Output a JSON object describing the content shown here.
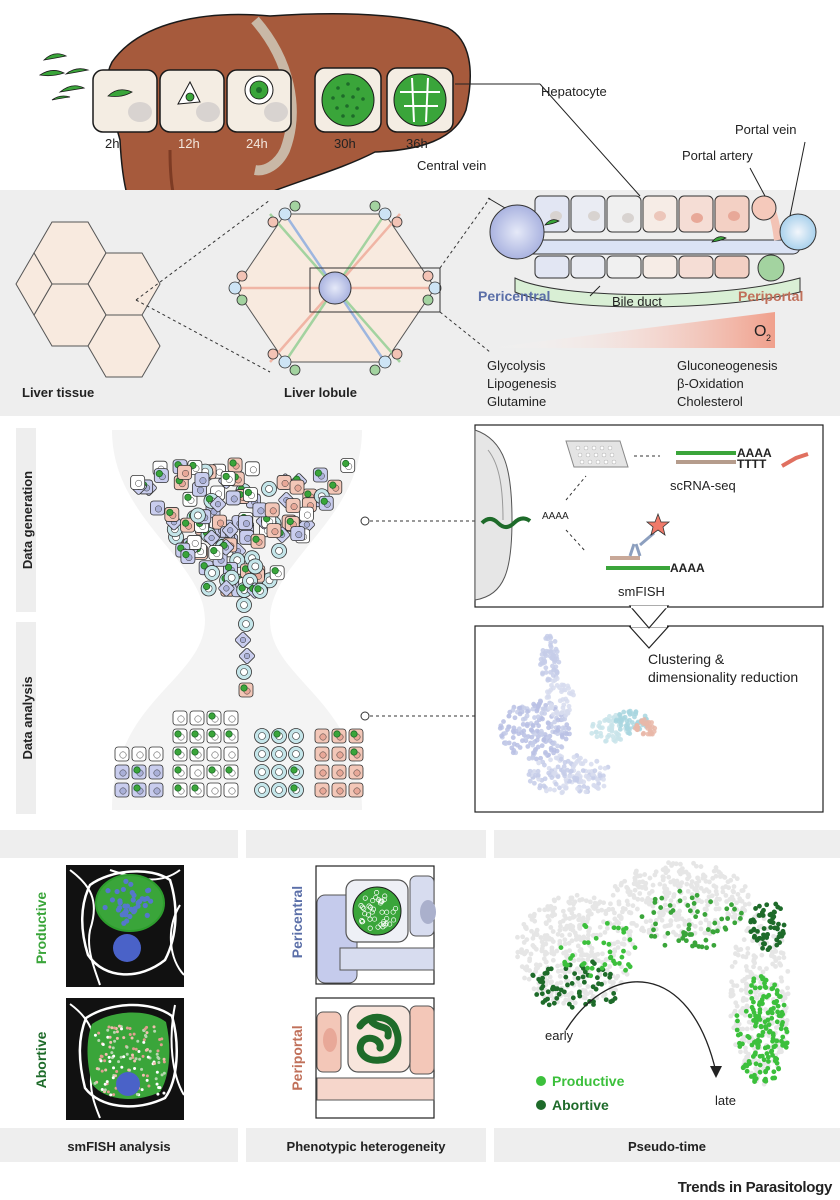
{
  "timepoints": [
    "2h",
    "12h",
    "24h",
    "30h",
    "36h"
  ],
  "labels": {
    "hepatocyte": "Hepatocyte",
    "portal_vein": "Portal vein",
    "portal_artery": "Portal artery",
    "central_vein": "Central vein",
    "pericentral": "Pericentral",
    "periportal": "Periportal",
    "bile_duct": "Bile duct",
    "o2": "O",
    "o2_sub": "2",
    "liver_tissue": "Liver tissue",
    "liver_lobule": "Liver lobule"
  },
  "pericentral_pathways": [
    "Glycolysis",
    "Lipogenesis",
    "Glutamine"
  ],
  "periportal_pathways": [
    "Gluconeogenesis",
    "β-Oxidation",
    "Cholesterol"
  ],
  "pipeline": {
    "data_generation": "Data generation",
    "data_analysis": "Data analysis",
    "poly_a": "AAAA",
    "poly_t": "TTTT",
    "scrna_seq": "scRNA-seq",
    "smfish": "smFISH",
    "clustering_line1": "Clustering &",
    "clustering_line2": "dimensionality reduction"
  },
  "panels": {
    "productive": "Productive",
    "abortive": "Abortive",
    "pericentral": "Pericentral",
    "periportal": "Periportal",
    "early": "early",
    "late": "late",
    "legend_productive": "Productive",
    "legend_abortive": "Abortive",
    "smfish_analysis": "smFISH analysis",
    "phenotypic": "Phenotypic heterogeneity",
    "pseudotime": "Pseudo-time"
  },
  "footer": "Trends in Parasitology",
  "colors": {
    "liver": "#a65a3c",
    "liver_dark": "#7d3b24",
    "parasite": "#3aa53a",
    "parasite_dark": "#1e6b2a",
    "pericentral_blue": "#5b6fa8",
    "periportal_red": "#c0705a",
    "panel_gray": "#eeeeee"
  }
}
